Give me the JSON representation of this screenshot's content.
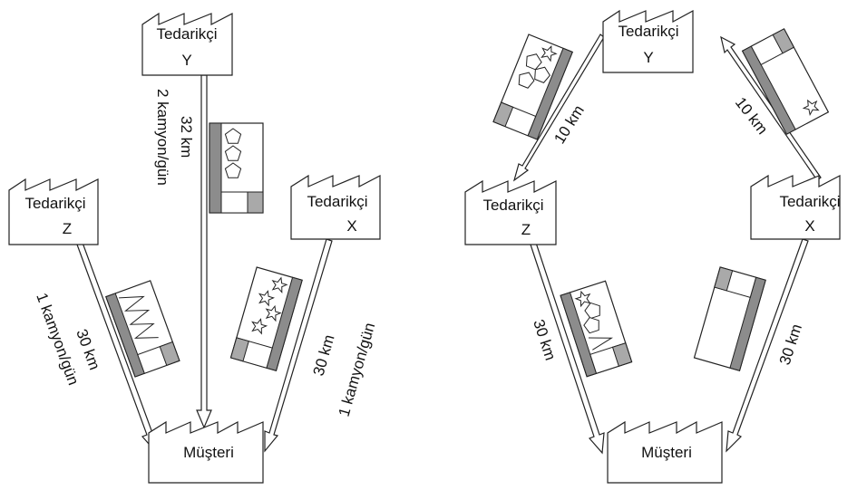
{
  "left_diagram": {
    "supplier_y": {
      "line1": "Tedarikçi",
      "line2": "Y"
    },
    "supplier_z": {
      "line1": "Tedarikçi",
      "line2": "Z"
    },
    "supplier_x": {
      "line1": "Tedarikçi",
      "line2": "X"
    },
    "customer": "Müşteri",
    "route_y": {
      "distance": "32 km",
      "frequency": "2 kamyon/gün"
    },
    "route_z": {
      "distance": "30 km",
      "frequency": "1 kamyon/gün"
    },
    "route_x": {
      "distance": "30 km",
      "frequency": "1 kamyon/gün"
    }
  },
  "right_diagram": {
    "supplier_y": {
      "line1": "Tedarikçi",
      "line2": "Y"
    },
    "supplier_z": {
      "line1": "Tedarikçi",
      "line2": "Z"
    },
    "supplier_x": {
      "line1": "Tedarikçi",
      "line2": "X"
    },
    "customer": "Müşteri",
    "route_y_to_z": {
      "distance": "10 km"
    },
    "route_x_to_y": {
      "distance": "10 km"
    },
    "route_z_to_customer": {
      "distance": "30 km"
    },
    "route_x_to_customer": {
      "distance": "30 km"
    }
  },
  "colors": {
    "line": "#222222",
    "truck_bed": "#8c8c8c",
    "truck_cab": "#a9a9a9",
    "background": "#ffffff"
  }
}
